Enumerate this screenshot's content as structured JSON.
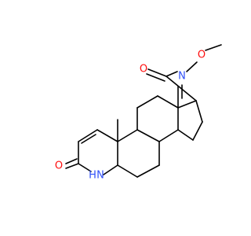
{
  "molecule": {
    "atoms": {
      "carbonyl_oxygen_amide": {
        "symbol": "O",
        "color": "#ff0d0d"
      },
      "amide_nitrogen": {
        "symbol": "N",
        "color": "#3050f8"
      },
      "methoxy_oxygen": {
        "symbol": "O",
        "color": "#ff0d0d"
      },
      "lactam_oxygen": {
        "symbol": "O",
        "color": "#ff0d0d"
      },
      "lactam_nh": {
        "symbol": "N",
        "hydrogen": "H",
        "color": "#3050f8"
      }
    },
    "bond_color": "#000000",
    "background": "#ffffff"
  }
}
